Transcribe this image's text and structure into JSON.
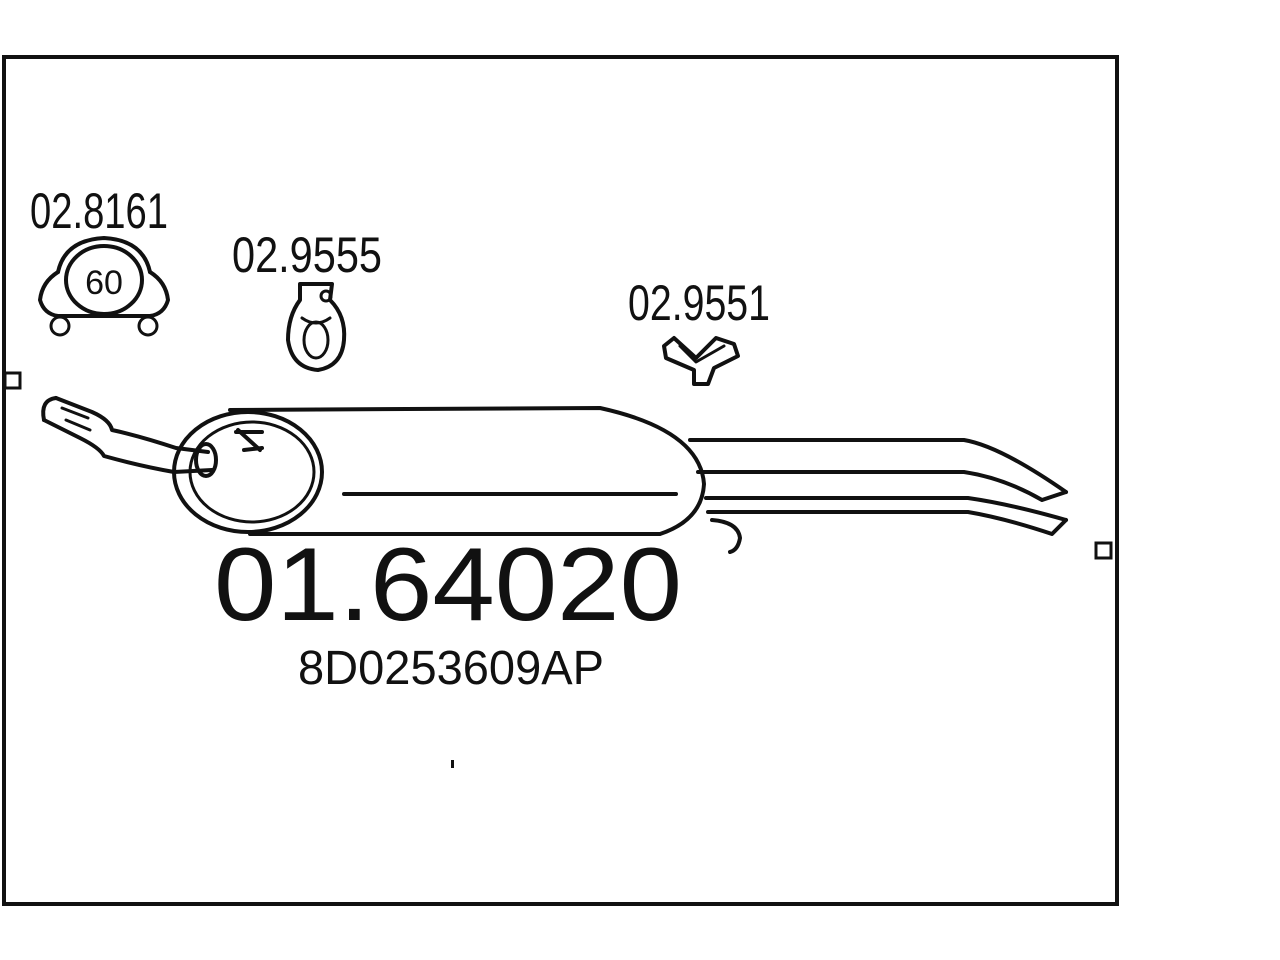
{
  "accessories": [
    {
      "id": "clamp",
      "part_number": "02.8161",
      "size_label": "60",
      "icon": "pipe-clamp-icon"
    },
    {
      "id": "rubber-hanger",
      "part_number": "02.9555",
      "icon": "rubber-hanger-icon"
    },
    {
      "id": "mounting-bracket",
      "part_number": "02.9551",
      "icon": "mounting-bracket-icon"
    }
  ],
  "main_part": {
    "part_number": "01.64020",
    "oem_number": "8D0253609AP",
    "icon": "rear-silencer-icon"
  },
  "colors": {
    "line": "#111111",
    "background": "#ffffff"
  }
}
